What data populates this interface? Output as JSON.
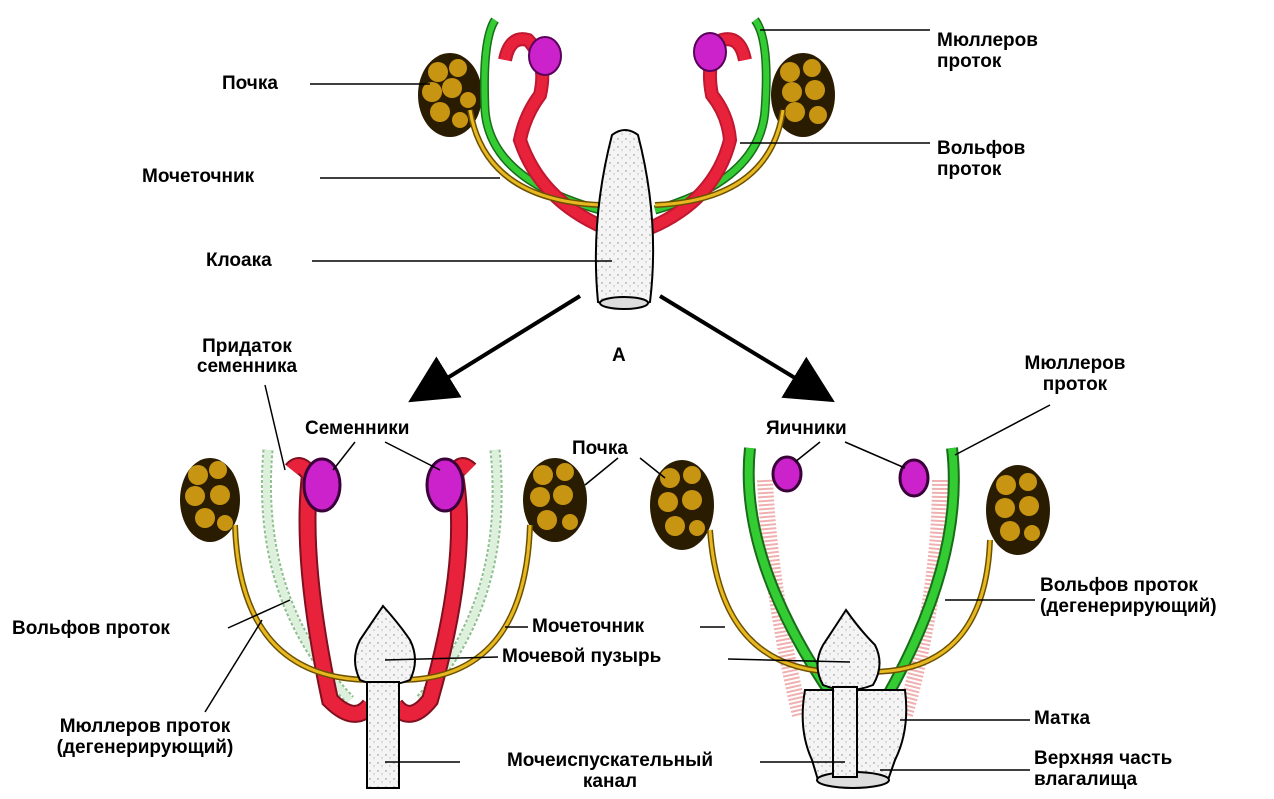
{
  "colors": {
    "kidney": "#b8880f",
    "kidney_dark": "#2a1c00",
    "wolffian": "#d4a017",
    "mullerian": "#22b022",
    "red_duct": "#e8223a",
    "gonad": "#cc22cc",
    "bladder": "#f2f2f2",
    "degenerate_mullerian": "#cfe8cf",
    "degenerate_wolffian": "#f4c8c8"
  },
  "icons": [
    "kidney-shape",
    "gonad-shape",
    "arrow"
  ],
  "top": {
    "label_kidney": "Почка",
    "label_ureter": "Мочеточник",
    "label_cloaca": "Клоака",
    "label_mullerian_1": "Мюллеров",
    "label_mullerian_2": "проток",
    "label_wolffian_1": "Вольфов",
    "label_wolffian_2": "проток",
    "label_a": "А"
  },
  "male": {
    "label_epididymis_1": "Придаток",
    "label_epididymis_2": "семенника",
    "label_testes": "Семенники",
    "label_wolffian": "Вольфов проток",
    "label_mullerian_1": "Мюллеров проток",
    "label_mullerian_2": "(дегенерирующий)"
  },
  "center": {
    "label_kidney": "Почка",
    "label_ureter": "Мочеточник",
    "label_bladder": "Мочевой пузырь",
    "label_urethra_1": "Мочеиспускательный",
    "label_urethra_2": "канал"
  },
  "female": {
    "label_mullerian_1": "Мюллеров",
    "label_mullerian_2": "проток",
    "label_ovaries": "Яичники",
    "label_wolffian_1": "Вольфов проток",
    "label_wolffian_2": "(дегенерирующий)",
    "label_uterus": "Матка",
    "label_vagina_1": "Верхняя часть",
    "label_vagina_2": "влагалища"
  }
}
